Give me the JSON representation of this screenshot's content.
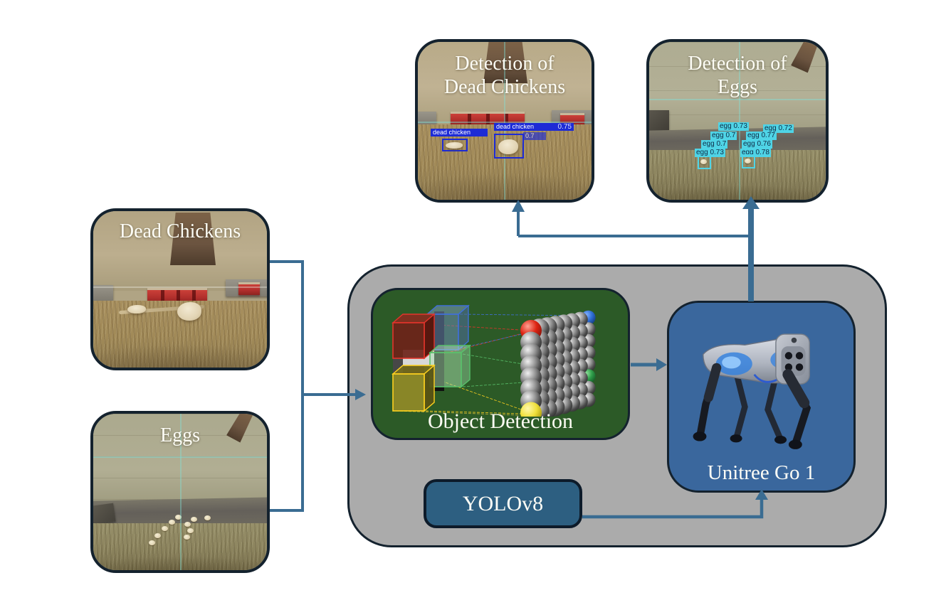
{
  "cards": {
    "det_chickens": {
      "title_line1": "Detection of",
      "title_line2": "Dead Chickens"
    },
    "det_eggs": {
      "title_line1": "Detection of",
      "title_line2": "Eggs"
    },
    "input_chickens": {
      "title": "Dead Chickens"
    },
    "input_eggs": {
      "title": "Eggs"
    }
  },
  "pipeline": {
    "object_detection_label": "Object Detection",
    "robot_label": "Unitree Go 1",
    "model_label": "YOLOv8"
  },
  "detections": {
    "chickens": {
      "box1_label": "dead chicken",
      "box2_label": "dead chicken",
      "box2_conf": "0.75",
      "occluded_conf": "0.7"
    },
    "eggs": [
      "egg 0.73",
      "egg 0.72",
      "egg 0.7",
      "egg 0.77",
      "egg 0.7",
      "egg 0.76",
      "egg 0.73",
      "egg 0.78"
    ]
  },
  "colors": {
    "arrow": "#3a6c92",
    "box_outline": "#14222e",
    "container_gray": "#ababab",
    "detection_green": "#2c5a27",
    "robot_blue": "#3a679d",
    "yolo_blue": "#2d5f81",
    "chicken_label_blue": "#1d2bd6",
    "egg_label_cyan": "#4fd4e6"
  }
}
